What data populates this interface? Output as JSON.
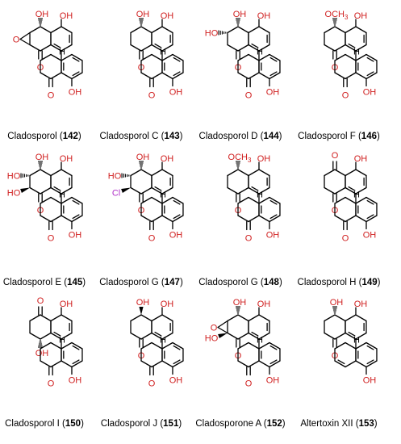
{
  "atoms": {
    "oxygen": "O",
    "hydroxyl": "OH",
    "ho": "HO",
    "methoxy": "OCH3",
    "hydrogen": "H",
    "chlorine": "Cl"
  },
  "colors": {
    "oxygen": "#d02020",
    "chlorine": "#b030c8",
    "bond": "#000000"
  },
  "compounds": [
    {
      "name": "Cladosporol",
      "number": "142"
    },
    {
      "name": "Cladosporol C",
      "number": "143"
    },
    {
      "name": "Cladosporol D",
      "number": "144"
    },
    {
      "name": "Cladosporol F",
      "number": "146"
    },
    {
      "name": "Cladosporol E",
      "number": "145"
    },
    {
      "name": "Cladosporol G",
      "number": "147"
    },
    {
      "name": "Cladosporol G",
      "number": "148"
    },
    {
      "name": "Cladosporol H",
      "number": "149"
    },
    {
      "name": "Cladosporol I",
      "number": "150"
    },
    {
      "name": "Cladosporol J",
      "number": "151"
    },
    {
      "name": "Cladosporone A",
      "number": "152"
    },
    {
      "name": "Altertoxin XII",
      "number": "153"
    }
  ]
}
